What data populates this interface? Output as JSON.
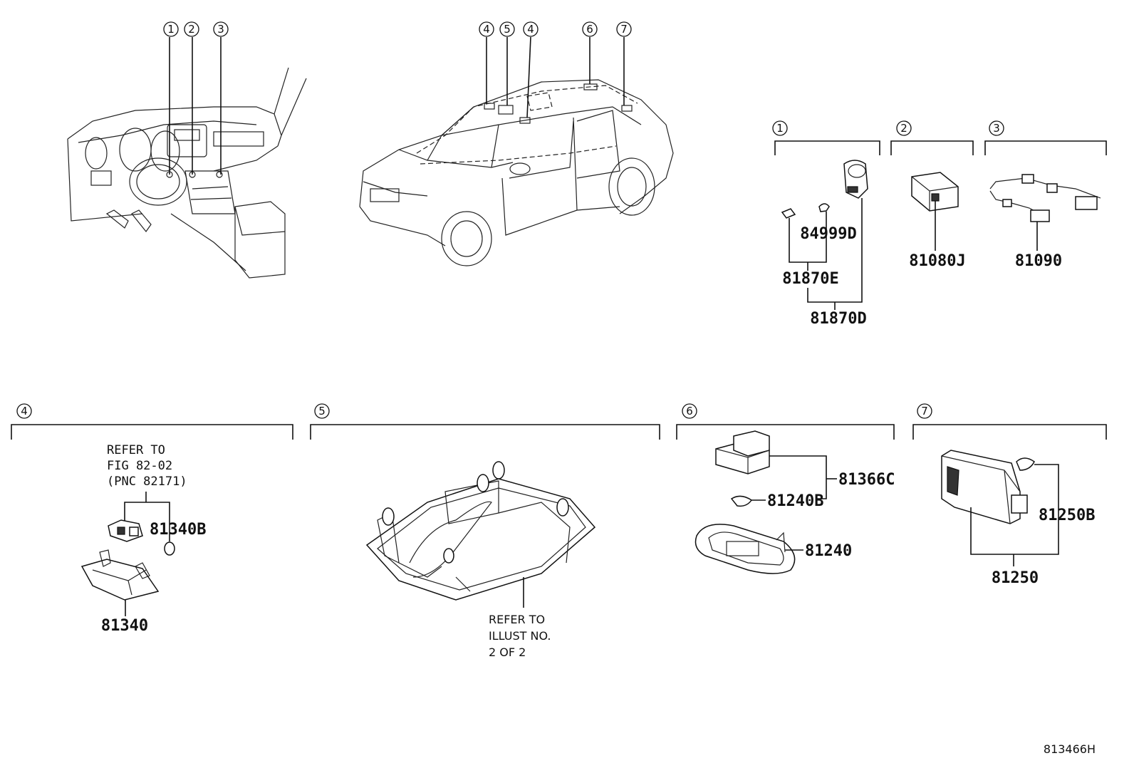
{
  "callouts": {
    "c1": "1",
    "c2": "2",
    "c3": "3",
    "c4": "4",
    "c5": "5",
    "c6": "6",
    "c7": "7"
  },
  "parts": {
    "p84999D": "84999D",
    "p81870E": "81870E",
    "p81870D": "81870D",
    "p81080J": "81080J",
    "p81090": "81090",
    "p81340B": "81340B",
    "p81340": "81340",
    "p81366C": "81366C",
    "p81240B": "81240B",
    "p81240": "81240",
    "p81250B": "81250B",
    "p81250": "81250"
  },
  "notes": {
    "fig_ref": [
      "REFER TO",
      "FIG 82-02",
      "(PNC 82171)"
    ],
    "illust_ref": [
      "REFER TO",
      "ILLUST NO.",
      "2 OF 2"
    ]
  },
  "footer_code": "813466H"
}
